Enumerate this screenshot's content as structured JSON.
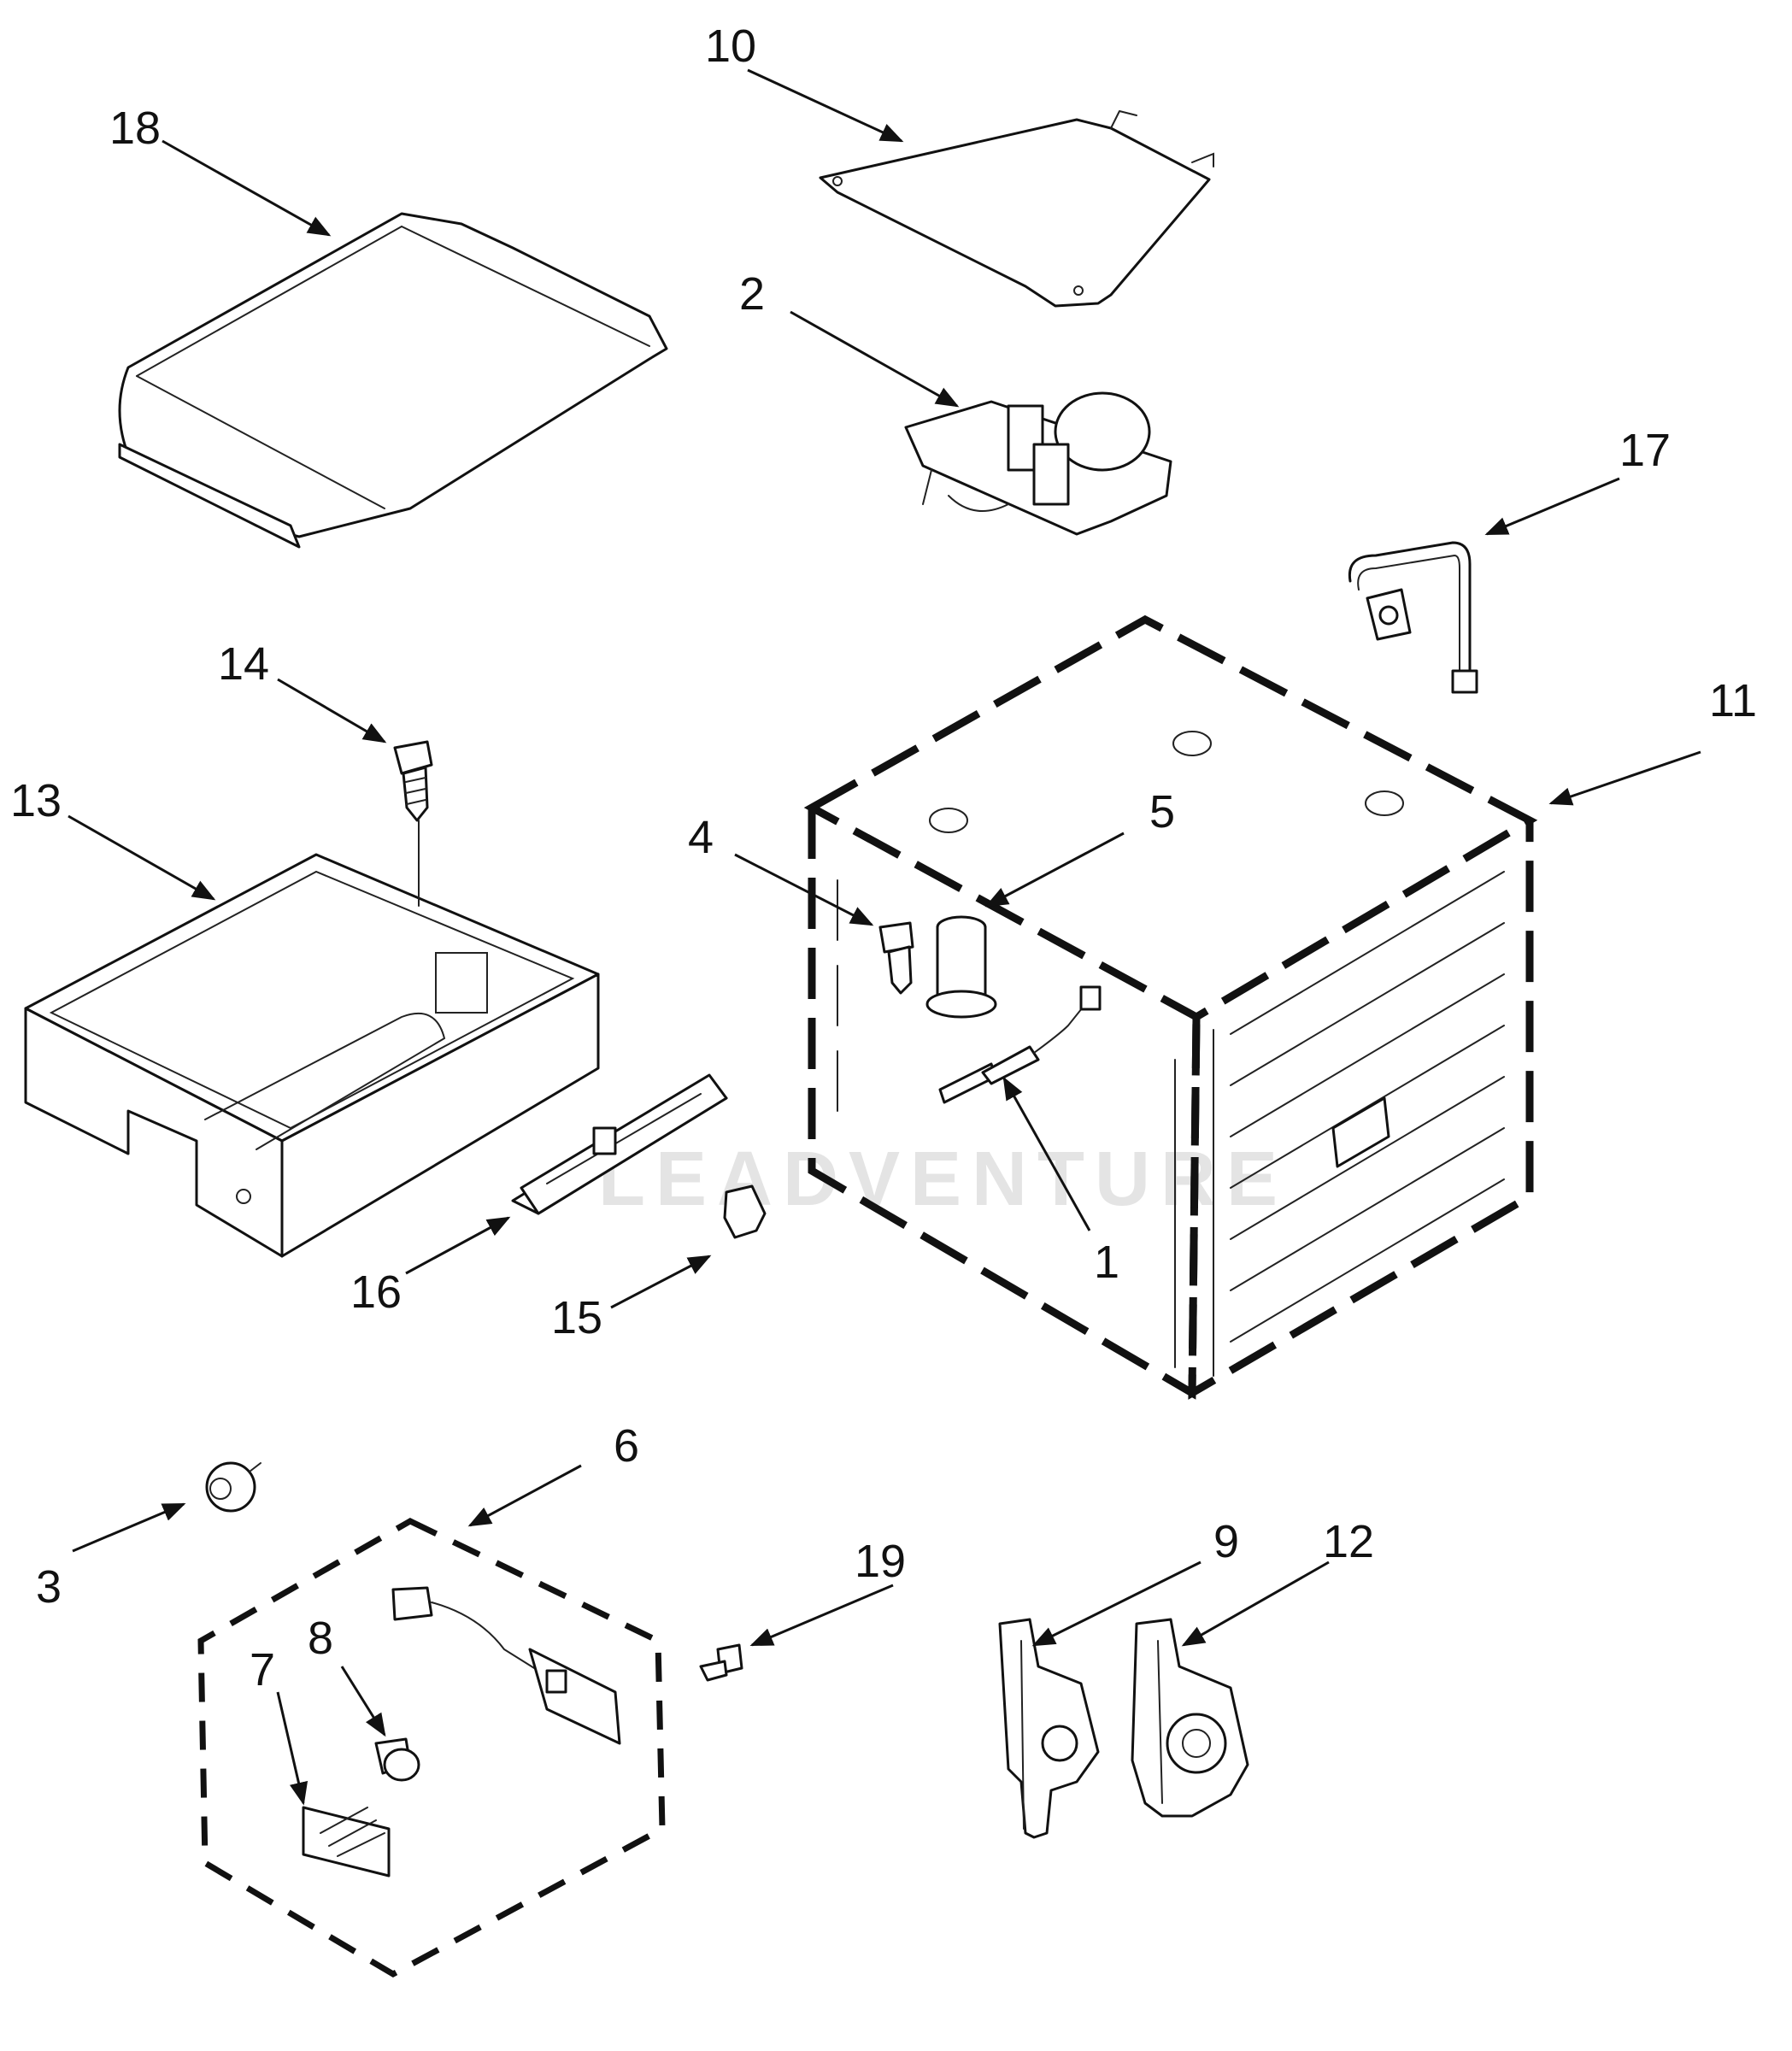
{
  "callouts": [
    "1",
    "2",
    "3",
    "4",
    "5",
    "6",
    "7",
    "8",
    "9",
    "10",
    "11",
    "12",
    "13",
    "14",
    "15",
    "16",
    "17",
    "18",
    "19"
  ],
  "watermark": "LEADVENTURE"
}
